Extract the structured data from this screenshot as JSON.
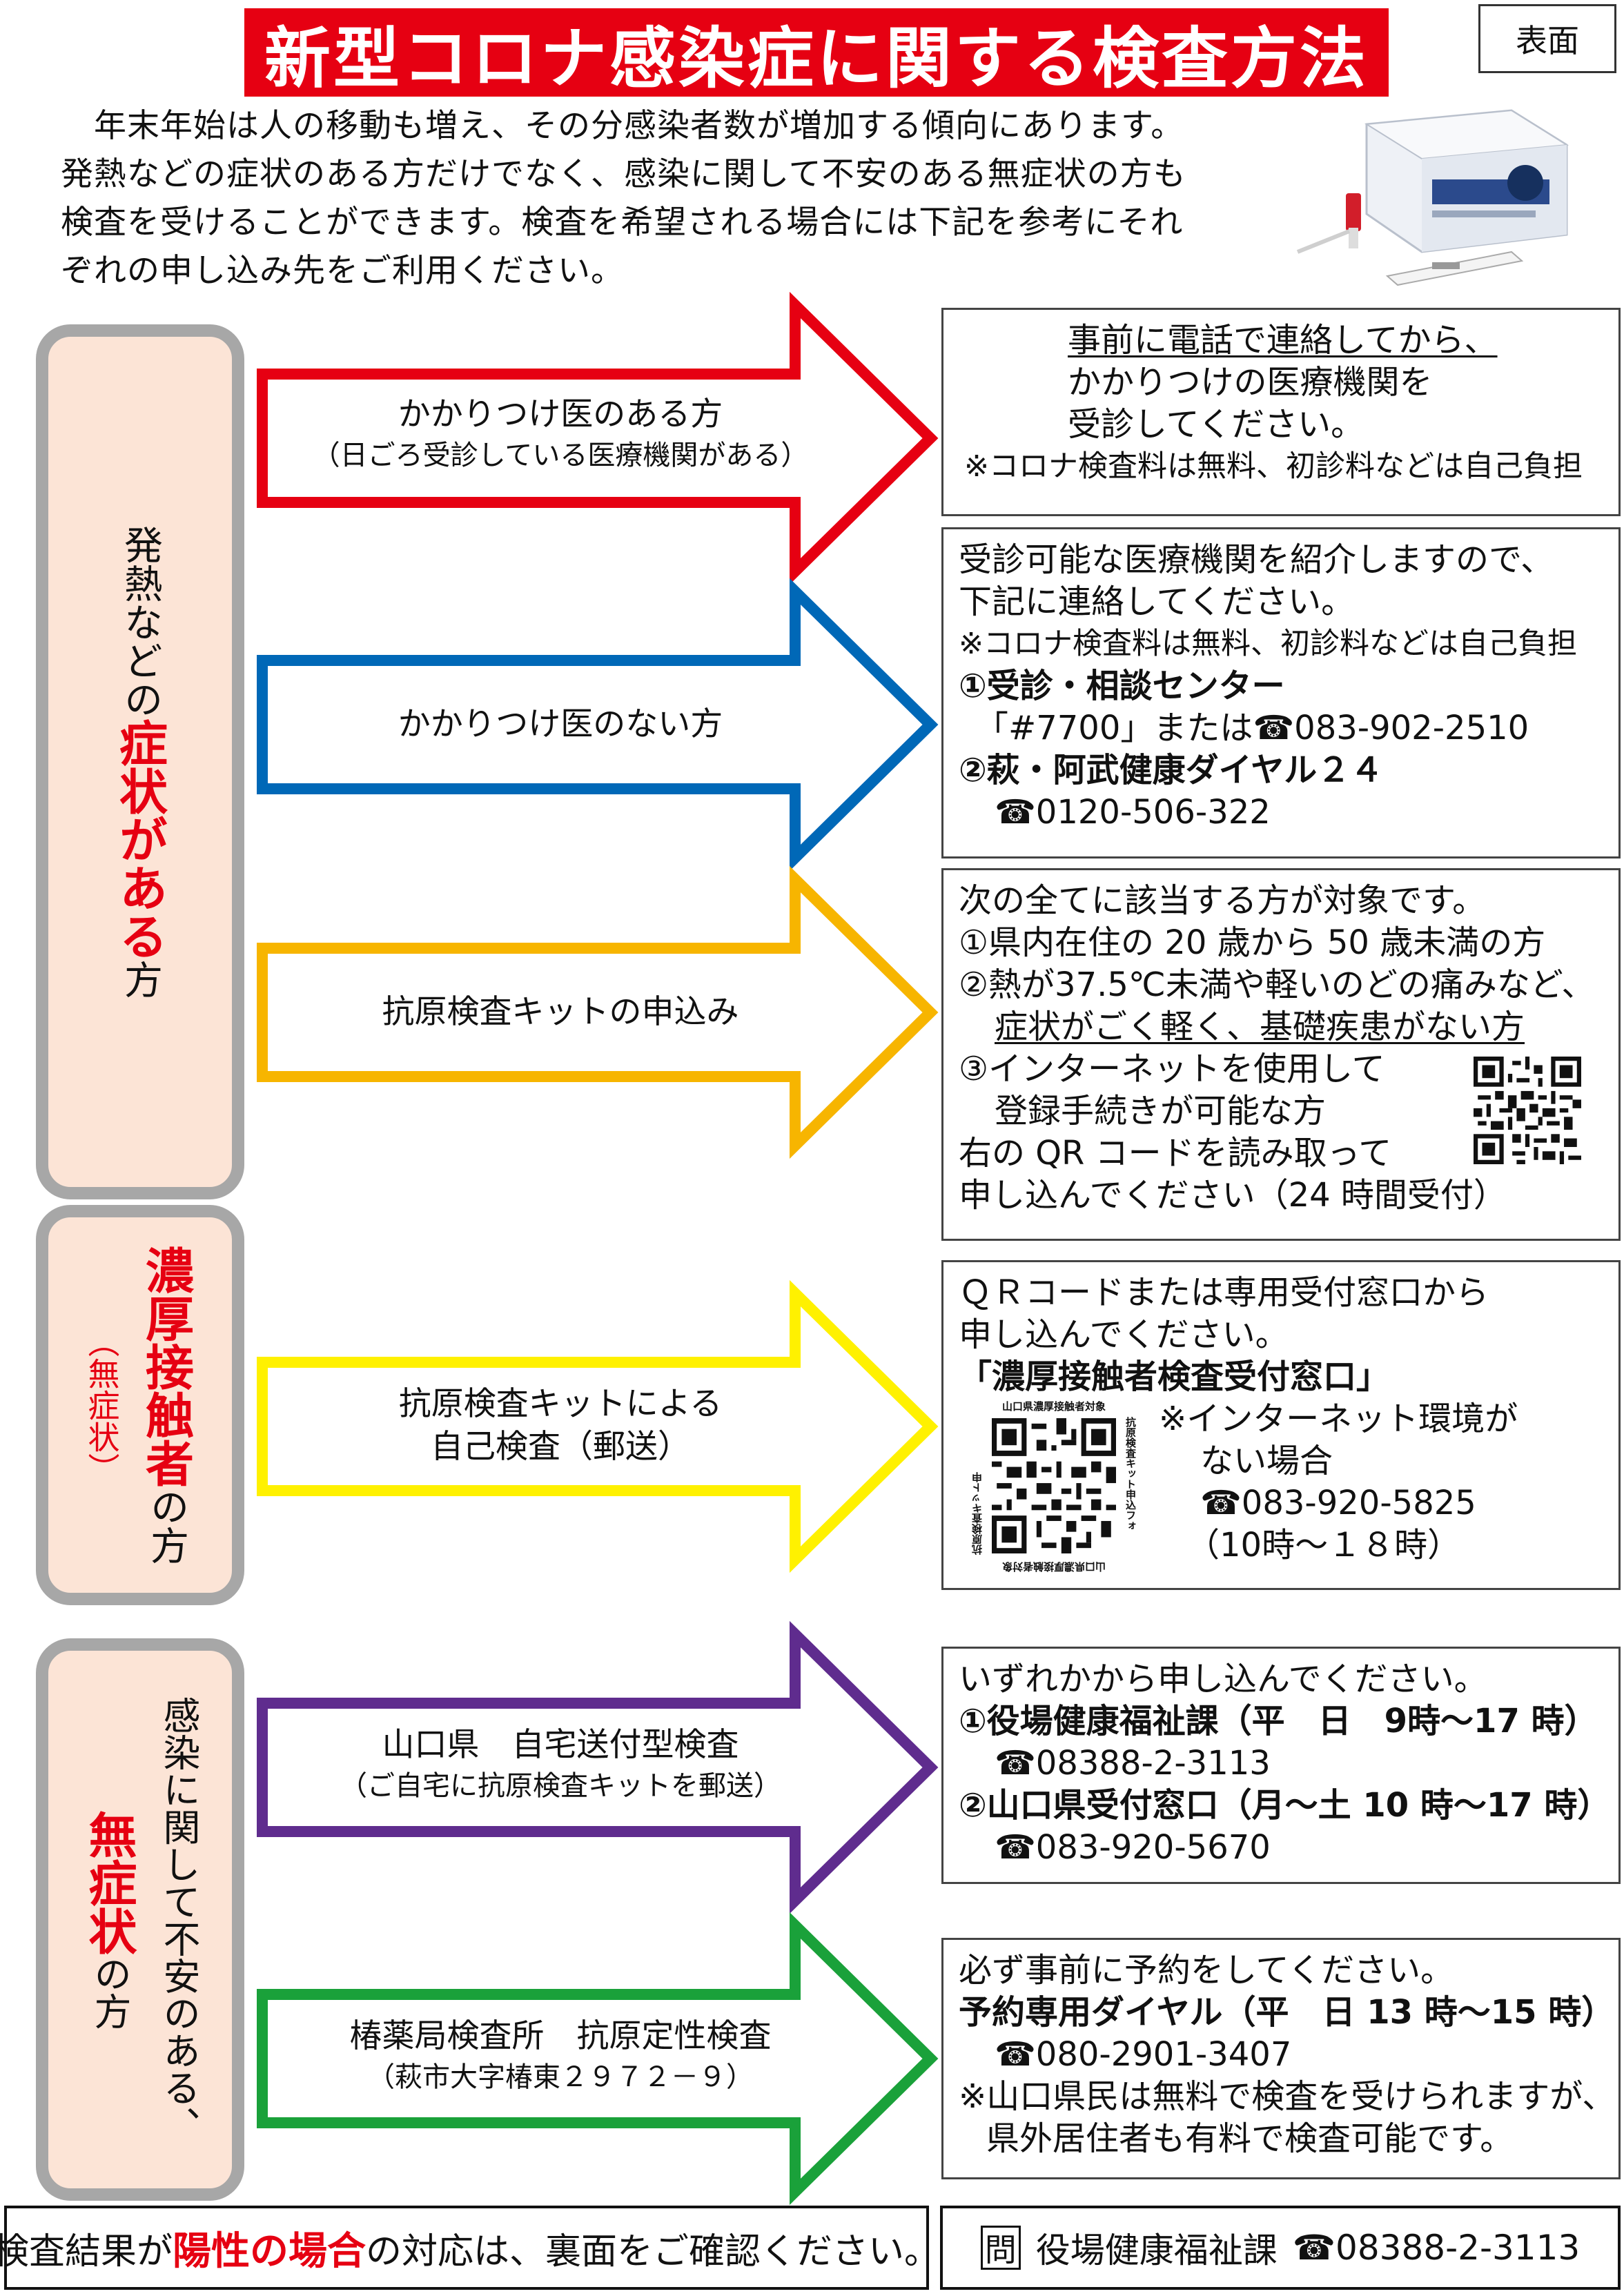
{
  "header": {
    "title": "新型コロナ感染症に関する検査方法",
    "side_label": "表面"
  },
  "intro": [
    "年末年始は人の移動も増え、その分感染者数が増加する傾向にあります。",
    "発熱などの症状のある方だけでなく、感染に関して不安のある無症状の方も",
    "検査を受けることができます。検査を希望される場合には下記を参考にそれ",
    "ぞれの申し込み先をご利用ください。"
  ],
  "categories": [
    {
      "pre": "発熱などの",
      "highlight": "症状がある",
      "post": "方"
    },
    {
      "highlight": "濃厚接触者",
      "post": "の方",
      "paren": "（無症状）"
    },
    {
      "col1": "感染に関して不安のある、",
      "highlight": "無症状",
      "post": "の方"
    }
  ],
  "arrows": [
    {
      "label": "かかりつけ医のある方",
      "sublabel": "（日ごろ受診している医療機関がある）",
      "color": "#e60012"
    },
    {
      "label": "かかりつけ医のない方",
      "color": "#0068b7"
    },
    {
      "label": "抗原検査キットの申込み",
      "color": "#f7b500"
    },
    {
      "label": "抗原検査キットによる",
      "label2": "自己検査（郵送）",
      "color": "#fff100"
    },
    {
      "label": "山口県　自宅送付型検査",
      "sublabel": "（ご自宅に抗原検査キットを郵送）",
      "color": "#5f2c8e"
    },
    {
      "label": "椿薬局検査所　抗原定性検査",
      "sublabel": "（萩市大字椿東２９７２－９）",
      "color": "#1aa13a"
    }
  ],
  "boxes": {
    "b1": {
      "l1": "事前に電話で連絡してから、",
      "l2": "かかりつけの医療機関を",
      "l3": "受診してください。",
      "note": "※コロナ検査料は無料、初診料などは自己負担"
    },
    "b2": {
      "l1": "受診可能な医療機関を紹介しますので、",
      "l2": "下記に連絡してください。",
      "note": "※コロナ検査料は無料、初診料などは自己負担",
      "c1_name": "①受診・相談センター",
      "c1_tel": "「#7700」または☎083-902-2510",
      "c2_name": "②萩・阿武健康ダイヤル２４",
      "c2_tel": "☎0120-506-322"
    },
    "b3": {
      "l1": "次の全てに該当する方が対象です。",
      "l2": "①県内在住の 20 歳から 50 歳未満の方",
      "l3": "②熱が37.5℃未満や軽いのどの痛みなど、",
      "l4": "症状がごく軽く、基礎疾患がない方",
      "l5": "③インターネットを使用して",
      "l6": "登録手続きが可能な方",
      "l7": "右の QR コードを読み取って",
      "l8": "申し込んでください（24 時間受付）"
    },
    "b4": {
      "l1": "ＱＲコードまたは専用受付窓口から",
      "l2": "申し込んでください。",
      "l3": "「濃厚接触者検査受付窓口」",
      "l4": "※インターネット環境が",
      "l5": "ない場合",
      "l6": "☎083-920-5825",
      "l7": "（10時～１８時）",
      "qr_top": "山口県濃厚接触者対象",
      "qr_right": "抗原検査キット申込フォ",
      "qr_left": "抗原検査キット申",
      "qr_bottom": "山口県濃厚接触者対象"
    },
    "b5": {
      "l1": "いずれかから申し込んでください。",
      "l2": "①役場健康福祉課（平　日　9時～17 時）",
      "l3": "☎08388-2-3113",
      "l4": "②山口県受付窓口（月～土 10 時～17 時）",
      "l5": "☎083-920-5670"
    },
    "b6": {
      "l1": "必ず事前に予約をしてください。",
      "l2": "予約専用ダイヤル（平　日 13 時～15 時）",
      "l3": "☎080-2901-3407",
      "l4": "※山口県民は無料で検査を受けられますが、",
      "l5": "県外居住者も有料で検査可能です。"
    }
  },
  "footer": {
    "left_pre": "検査結果が",
    "left_highlight": "陽性の場合",
    "left_post": "の対応は、裏面をご確認ください。",
    "ask": "問",
    "right_dept": "役場健康福祉課",
    "right_tel": "☎08388-2-3113"
  }
}
